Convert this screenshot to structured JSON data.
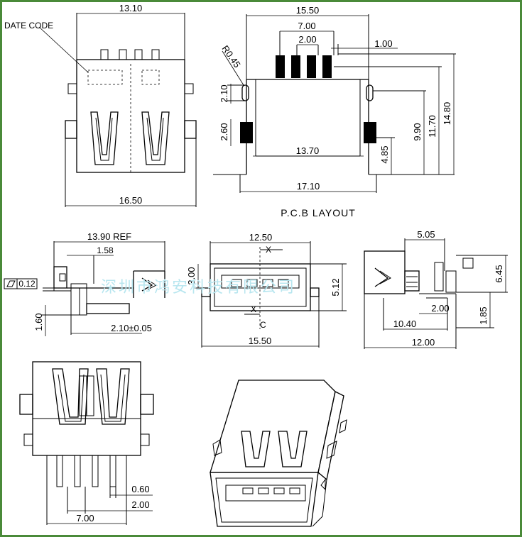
{
  "watermark": "深圳市鸿安科技有限公司",
  "labels": {
    "date_code": "DATE CODE",
    "pcb_layout": "P.C.B LAYOUT",
    "x_mark": "X",
    "centerline_mark": "C",
    "tolerance": "0.12"
  },
  "top_left_view": {
    "dim_width_top": "13.10",
    "dim_width_bottom": "16.50"
  },
  "pcb_layout": {
    "dim_total_top": "15.50",
    "dim_pin_span": "7.00",
    "dim_pin_pitch": "2.00",
    "dim_pin_width": "1.00",
    "dim_radius": "R0.45",
    "dim_slot": "2.10",
    "dim_pad": "2.60",
    "dim_pad_span": "13.70",
    "dim_pad_height": "4.85",
    "dim_total_bottom": "17.10",
    "dim_height_a": "9.90",
    "dim_height_b": "11.70",
    "dim_height_c": "14.80"
  },
  "side_view": {
    "dim_ref": "13.90 REF",
    "dim_158": "1.58",
    "dim_160": "1.60",
    "dim_210": "2.10±0.05"
  },
  "front_view": {
    "dim_top": "12.50",
    "dim_left": "3.00",
    "dim_right": "5.12",
    "dim_bottom": "15.50"
  },
  "right_view": {
    "dim_top": "5.05",
    "dim_645": "6.45",
    "dim_200": "2.00",
    "dim_1040": "10.40",
    "dim_185": "1.85",
    "dim_1200": "12.00"
  },
  "bottom_view": {
    "dim_060": "0.60",
    "dim_200": "2.00",
    "dim_700": "7.00"
  }
}
